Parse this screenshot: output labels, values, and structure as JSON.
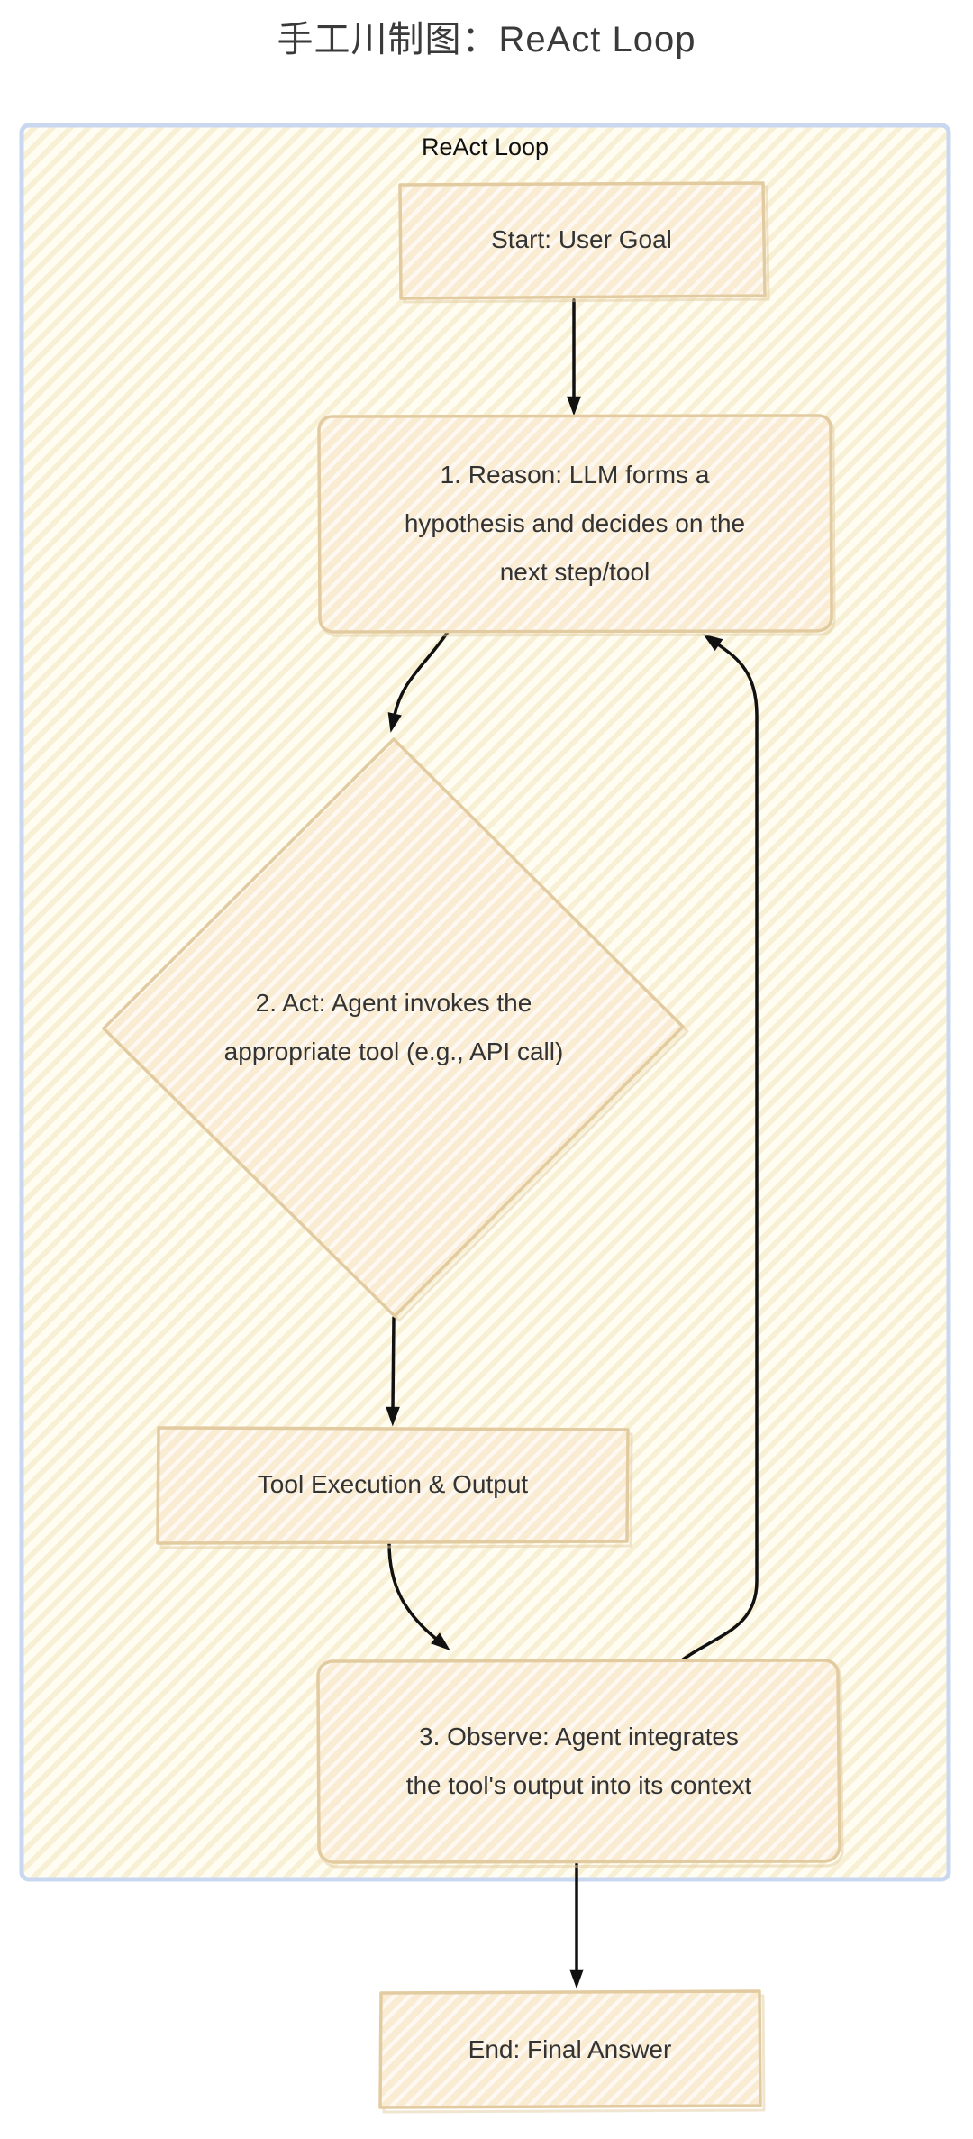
{
  "title": "手工川制图：ReAct Loop",
  "container": {
    "label": "ReAct Loop"
  },
  "nodes": {
    "start": {
      "type": "rect",
      "label": "Start: User Goal"
    },
    "reason": {
      "type": "rect",
      "lines": [
        "1. Reason: LLM forms a",
        "hypothesis and decides on the",
        "next step/tool"
      ]
    },
    "act": {
      "type": "diamond",
      "lines": [
        "2. Act: Agent invokes the",
        "appropriate tool (e.g., API call)"
      ]
    },
    "tool": {
      "type": "rect",
      "label": "Tool Execution & Output"
    },
    "observe": {
      "type": "rect",
      "lines": [
        "3. Observe: Agent integrates",
        "the tool's output into its context"
      ]
    },
    "end": {
      "type": "rect",
      "label": "End: Final Answer"
    }
  },
  "edges": [
    {
      "from": "start",
      "to": "reason"
    },
    {
      "from": "reason",
      "to": "act"
    },
    {
      "from": "act",
      "to": "tool"
    },
    {
      "from": "tool",
      "to": "observe"
    },
    {
      "from": "observe",
      "to": "reason",
      "kind": "loop-back"
    },
    {
      "from": "observe",
      "to": "end"
    }
  ],
  "colors": {
    "page_background": "#ffffff",
    "title_text": "#3a3a3a",
    "container_border": "#c9d8f0",
    "container_fill": "#fffcf1",
    "container_stripe": "#f7eecf",
    "node_fill": "#f9ecd3",
    "node_stripe": "#ffffff",
    "node_border": "#e2cba0",
    "node_text": "#333333",
    "arrow": "#111111"
  }
}
